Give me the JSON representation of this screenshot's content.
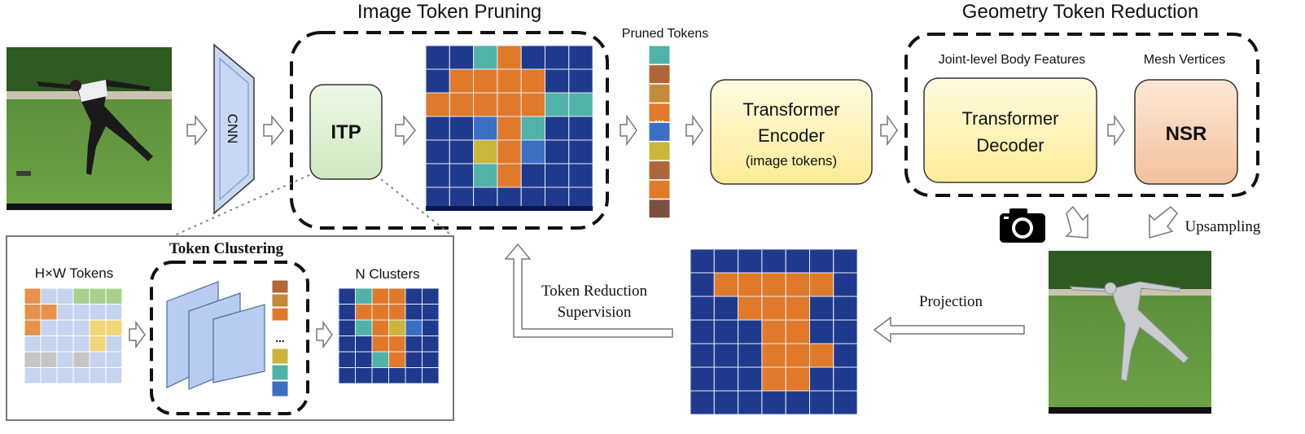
{
  "titles": {
    "itp_section": "Image Token Pruning",
    "gtr_section": "Geometry Token Reduction"
  },
  "labels": {
    "pruned_tokens": "Pruned Tokens",
    "pruned_ellipsis": "...",
    "joint_features": "Joint-level Body Features",
    "mesh_vertices": "Mesh Vertices",
    "upsampling": "Upsampling",
    "projection": "Projection",
    "supervision_line1": "Token Reduction",
    "supervision_line2": "Supervision"
  },
  "blocks": {
    "cnn": "CNN",
    "itp": "ITP",
    "encoder_line1": "Transformer",
    "encoder_line2": "Encoder",
    "encoder_line3": "(image tokens)",
    "decoder_line1": "Transformer",
    "decoder_line2": "Decoder",
    "nsr": "NSR"
  },
  "inset": {
    "title": "Token Clustering",
    "tokens_label": "H×W Tokens",
    "clusters_label": "N Clusters",
    "ellipsis": "..."
  },
  "icons": [
    "camera-icon",
    "arrow-right-icon",
    "arrow-down-right-icon",
    "arrow-down-left-icon",
    "arrow-left-icon"
  ],
  "colors": {
    "itp_fill": "#dcefd2",
    "transformer_fill": "#fdf3b5",
    "nsr_fill": "#f8d5b8",
    "cnn_fill": "#c8d8f2",
    "heat_low": "#1f3a8c",
    "heat_mid": "#4fb3a8",
    "heat_high": "#e07a2a"
  }
}
